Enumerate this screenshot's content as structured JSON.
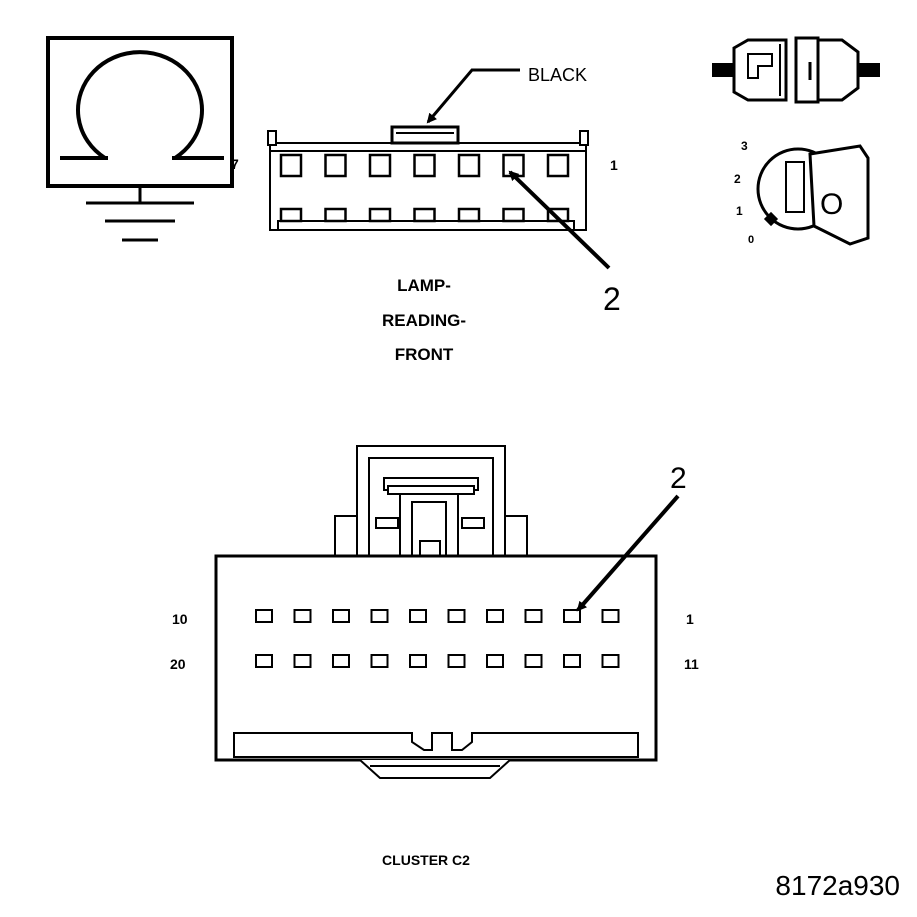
{
  "connector_1": {
    "wire_color_label": "BLACK",
    "pin_left": "7",
    "pin_right": "1",
    "callout": "2",
    "name_lines": [
      "LAMP-",
      "READING-",
      "FRONT"
    ]
  },
  "ignition_switch": {
    "positions": [
      "3",
      "2",
      "1",
      "0"
    ],
    "key_label": "O"
  },
  "connector_2": {
    "row1_left": "10",
    "row1_right": "1",
    "row2_left": "20",
    "row2_right": "11",
    "callout": "2",
    "name": "CLUSTER C2"
  },
  "figure_id": "8172a930",
  "icons": [
    "ohmmeter-icon",
    "ground-icon",
    "connector-plug-icon",
    "ignition-key-icon"
  ]
}
